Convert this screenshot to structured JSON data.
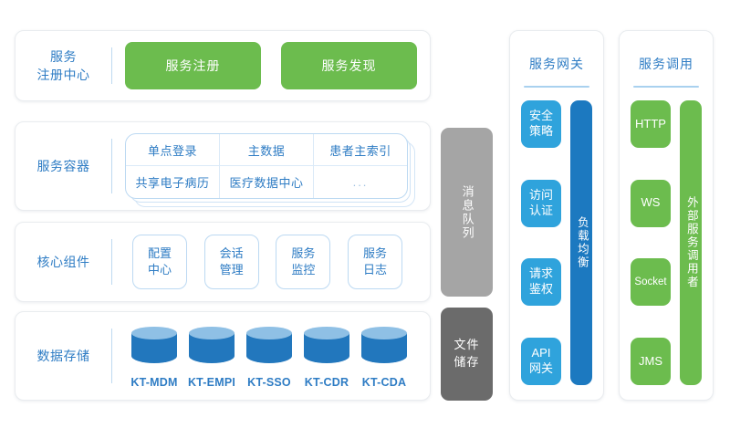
{
  "diagram": {
    "rows": [
      {
        "key": "service-registry",
        "label": "服务\n注册中心",
        "pills": [
          "服务注册",
          "服务发现"
        ]
      },
      {
        "key": "service-container",
        "label": "服务容器",
        "cells": [
          [
            "单点登录",
            "主数据",
            "患者主索引"
          ],
          [
            "共享电子病历",
            "医疗数据中心",
            "..."
          ]
        ]
      },
      {
        "key": "core-components",
        "label": "核心组件",
        "boxes": [
          "配置\n中心",
          "会话\n管理",
          "服务\n监控",
          "服务\n日志"
        ]
      },
      {
        "key": "data-storage",
        "label": "数据存储",
        "databases": [
          "KT-MDM",
          "KT-EMPI",
          "KT-SSO",
          "KT-CDR",
          "KT-CDA"
        ]
      }
    ],
    "middle": {
      "message_queue": "消息队列",
      "file_storage": "文件\n储存"
    },
    "gateway": {
      "title": "服务网关",
      "chips": [
        "安全\n策略",
        "访问\n认证",
        "请求\n鉴权",
        "API\n网关"
      ],
      "bar": "负载均衡"
    },
    "invocation": {
      "title": "服务调用",
      "chips": [
        "HTTP",
        "WS",
        "Socket",
        "JMS"
      ],
      "bar": "外部服务调用者"
    },
    "colors": {
      "green": "#6cbc4e",
      "blue_light": "#2fa3dc",
      "blue_dark": "#1c79c0",
      "gray_light": "#a5a5a5",
      "gray_dark": "#6b6b6b",
      "text_blue": "#2e7cc4",
      "db_body": "#2277bd",
      "db_top": "#8fc0e5"
    }
  }
}
